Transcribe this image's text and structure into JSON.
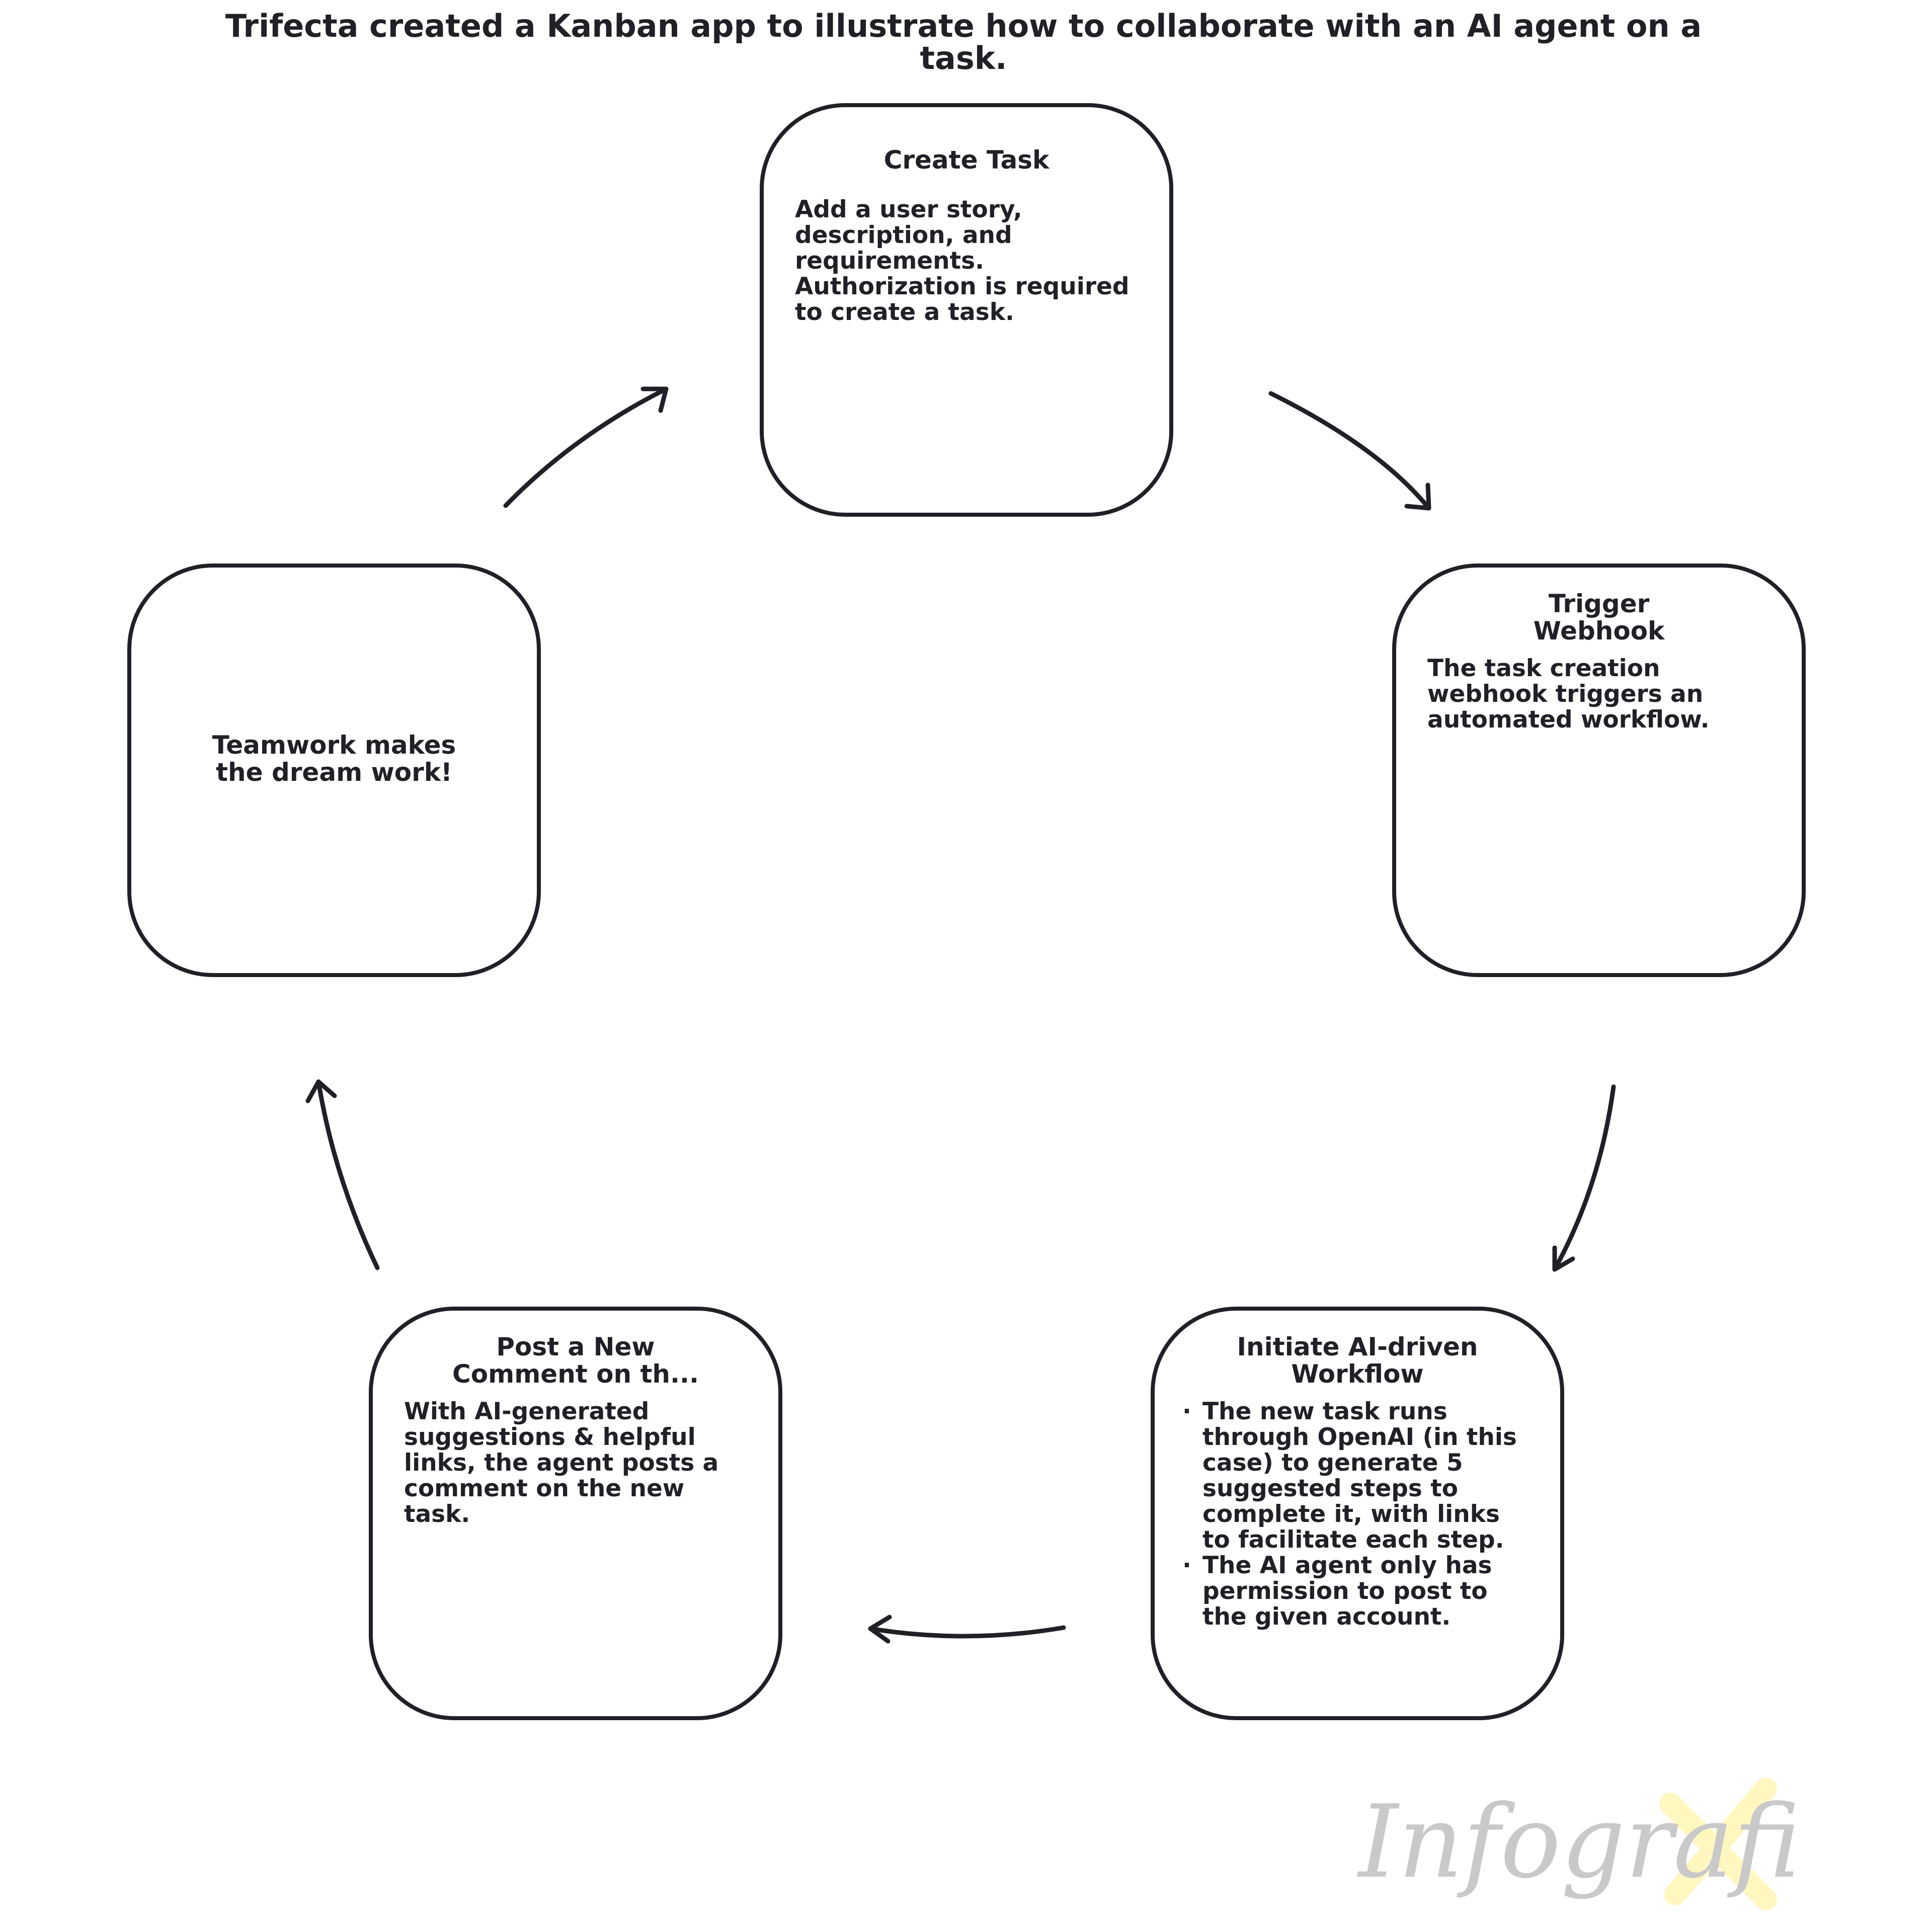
{
  "title": "Trifecta created a Kanban app to illustrate how to collaborate with an AI agent on a task.",
  "nodes": {
    "create_task": {
      "heading": "Create Task",
      "body": "Add a user story, description, and requirements. Authorization is required to create a task."
    },
    "trigger_webhook": {
      "heading": "Trigger Webhook",
      "body": "The task creation webhook triggers an automated workflow."
    },
    "initiate_ai": {
      "heading": "Initiate AI-driven Workflow",
      "bullets": [
        "The new task runs through OpenAI (in this case) to generate 5 suggested steps to complete it, with links to facilitate each step.",
        "The AI agent only has permission to post to the given account."
      ]
    },
    "post_comment": {
      "heading": "Post a New Comment on th...",
      "body": "With AI-generated suggestions & helpful links, the agent posts a comment on the new task."
    },
    "teamwork": {
      "label": "Teamwork makes the dream work!"
    }
  },
  "watermark": {
    "text": "Infografi",
    "mark": "X"
  },
  "colors": {
    "ink": "#231f26",
    "watermark_gray": "#c9c9c9",
    "watermark_yellow": "#fff7c0"
  }
}
